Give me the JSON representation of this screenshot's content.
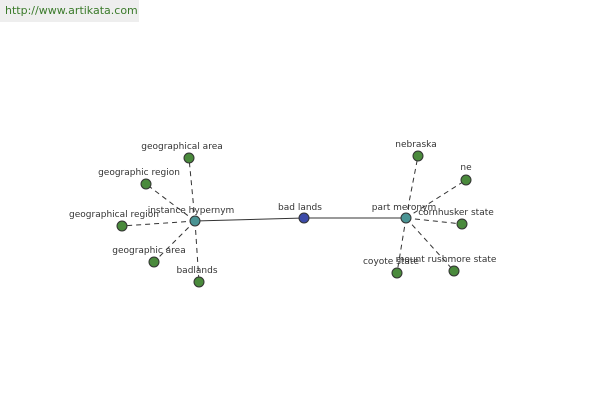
{
  "source": {
    "url": "http://www.artikata.com"
  },
  "colors": {
    "leaf": "#4a8a3c",
    "relation": "#4a9494",
    "center": "#3c4aa8",
    "edge": "#333333"
  },
  "center": {
    "id": "center",
    "label": "bad lands"
  },
  "relations": [
    {
      "id": "instance-hypernym",
      "label": "instance hypernym",
      "leaves": [
        {
          "id": "geographical-area-1",
          "label": "geographical area"
        },
        {
          "id": "geographic-region",
          "label": "geographic region"
        },
        {
          "id": "geographical-region",
          "label": "geographical region"
        },
        {
          "id": "geographic-area",
          "label": "geographic area"
        },
        {
          "id": "badlands",
          "label": "badlands"
        }
      ]
    },
    {
      "id": "part-meronym",
      "label": "part meronym",
      "leaves": [
        {
          "id": "nebraska",
          "label": "nebraska"
        },
        {
          "id": "ne",
          "label": "ne"
        },
        {
          "id": "cornhusker-state",
          "label": "cornhusker state"
        },
        {
          "id": "mount-rushmore-state",
          "label": "mount rushmore state"
        },
        {
          "id": "coyote-state",
          "label": "coyote state"
        }
      ]
    }
  ]
}
